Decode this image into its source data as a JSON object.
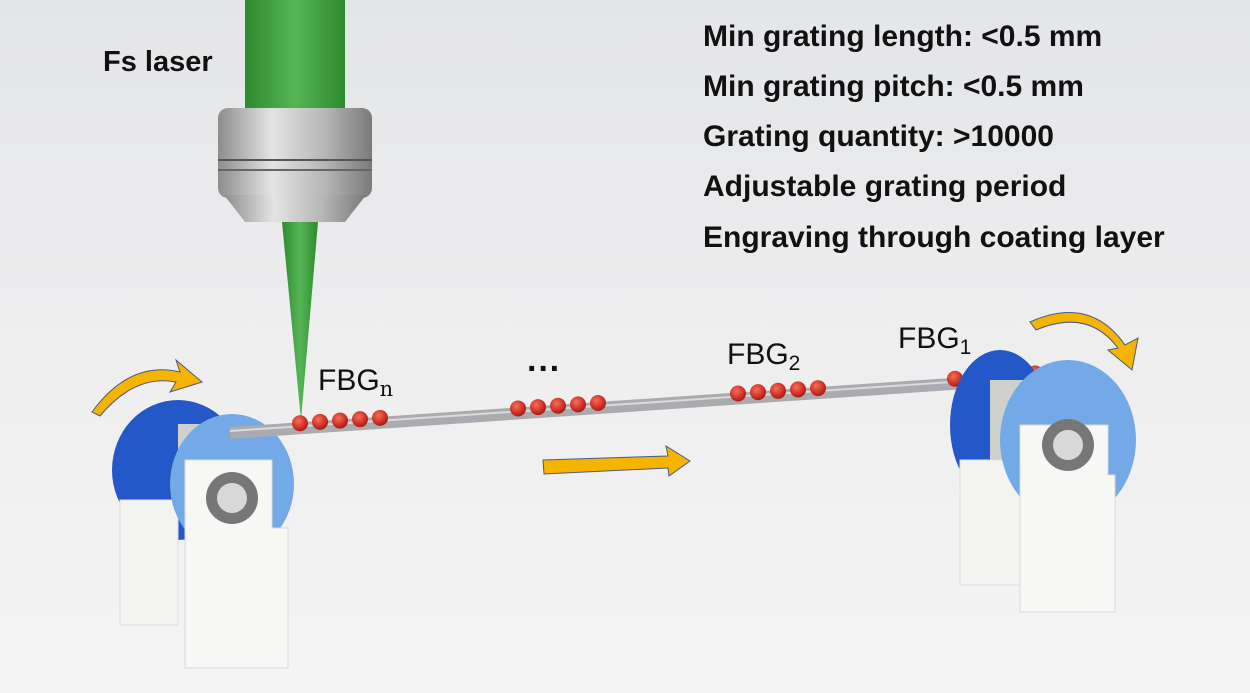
{
  "laser_label": "Fs laser",
  "specs": [
    "Min grating length: <0.5 mm",
    "Min grating pitch: <0.5 mm",
    "Grating quantity: >10000",
    "Adjustable grating period",
    "Engraving through coating layer"
  ],
  "gratings": {
    "n": {
      "base": "FBG",
      "sub": "n"
    },
    "ellipsis": "···",
    "two": {
      "base": "FBG",
      "sub": "2"
    },
    "one": {
      "base": "FBG",
      "sub": "1"
    }
  },
  "colors": {
    "beam": "#3c9a3c",
    "grating": "#c0201a",
    "arrow": "#f5b400",
    "spool_dark": "#1f4fc0",
    "spool_light": "#6fa8e6"
  }
}
